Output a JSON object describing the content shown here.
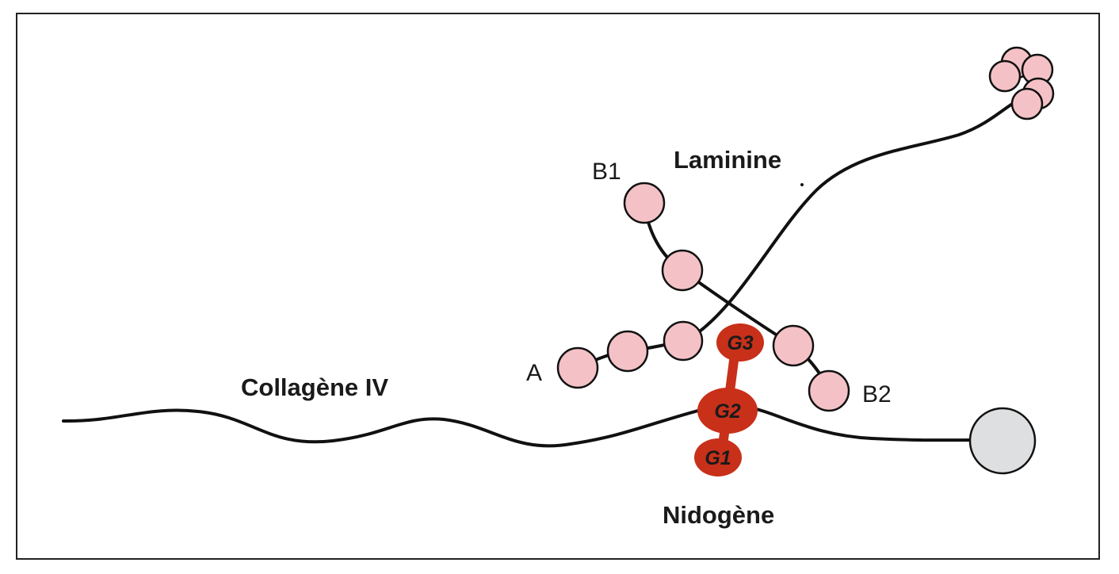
{
  "labels": {
    "laminin": "Laminine",
    "collagen": "Collagène IV",
    "nidogen": "Nidogène",
    "chain_b1": "B1",
    "chain_a": "A",
    "chain_b2": "B2"
  },
  "domains": {
    "g1": "G1",
    "g2": "G2",
    "g3": "G3"
  },
  "colors": {
    "laminin_bead": "#f4c2c6",
    "nidogen": "#c8301a",
    "collagen_globule": "#dedfe0",
    "line": "#111111",
    "frame": "#222222"
  }
}
